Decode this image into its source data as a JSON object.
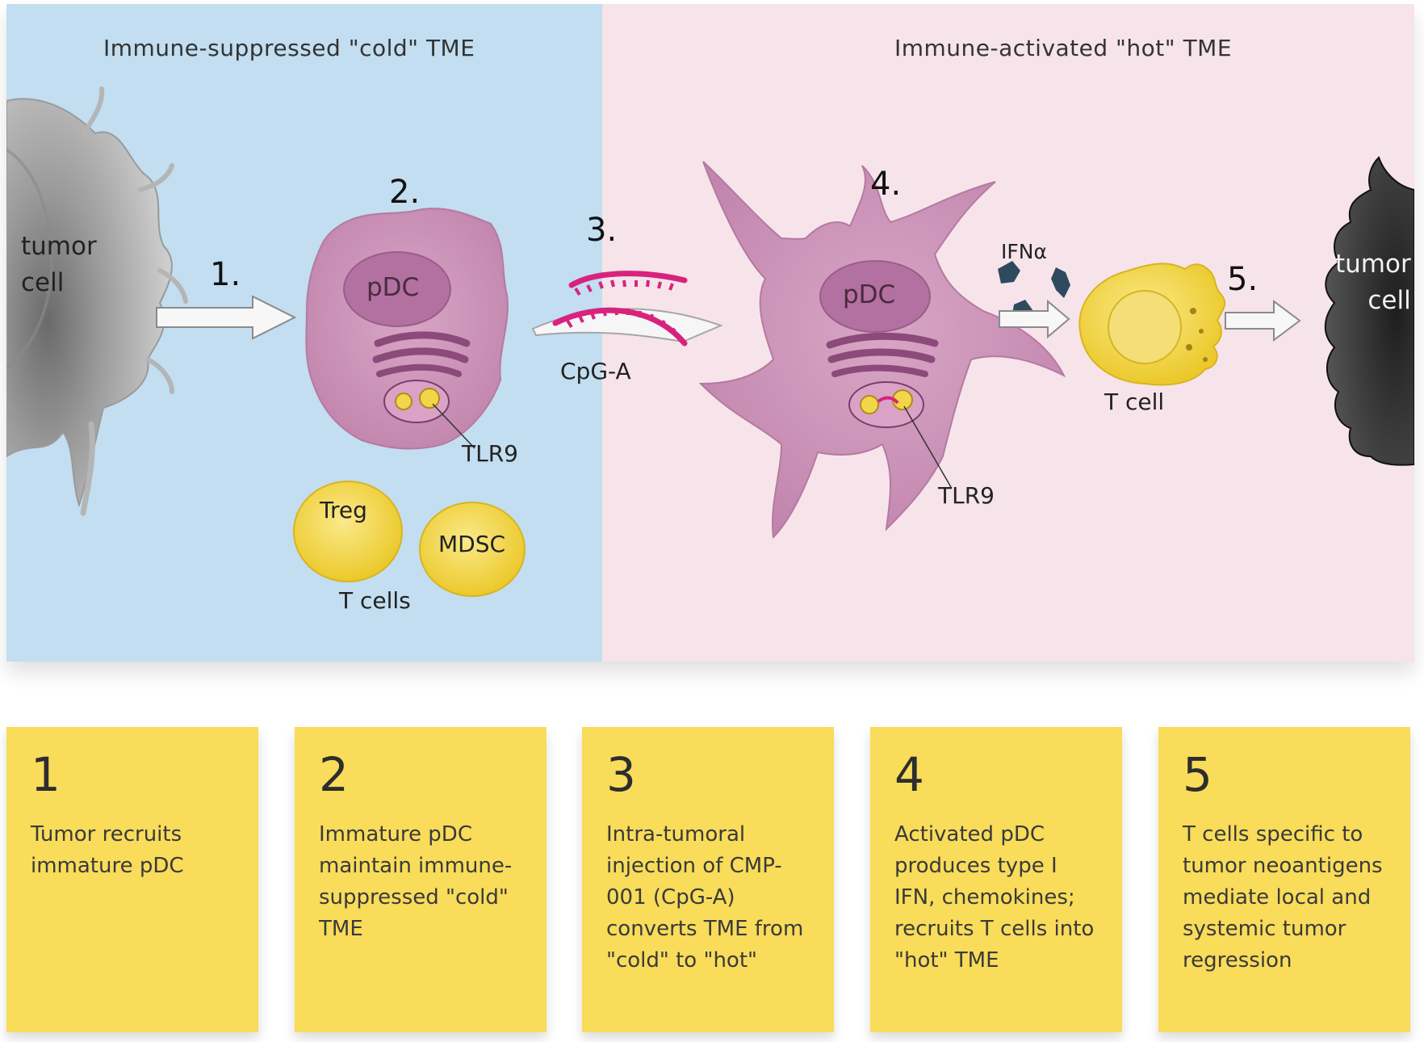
{
  "panels": {
    "cold_title": "Immune-suppressed \"cold\" TME",
    "hot_title": "Immune-activated \"hot\" TME"
  },
  "labels": {
    "tumor_cell_left": "tumor\ncell",
    "tumor_cell_right": "tumor\ncell",
    "step1": "1.",
    "step2": "2.",
    "step3": "3.",
    "step4": "4.",
    "step5": "5.",
    "pdc_left": "pDC",
    "pdc_right": "pDC",
    "tlr9_left": "TLR9",
    "tlr9_right": "TLR9",
    "treg": "Treg",
    "mdsc": "MDSC",
    "t_cells": "T cells",
    "cpg": "CpG-A",
    "ifn": "IFNα",
    "t_cell": "T cell"
  },
  "colors": {
    "cold_bg": "#c2def0",
    "hot_bg": "#f6e4ea",
    "pdc": "#cc90b6",
    "tcell": "#f0d23c",
    "cpg": "#d8237e",
    "ifn": "#2f4a5e",
    "card": "#f8dc5a"
  },
  "cards": [
    {
      "number": "1",
      "text": "Tumor recruits immature pDC"
    },
    {
      "number": "2",
      "text": "Immature pDC maintain immune-suppressed \"cold\" TME"
    },
    {
      "number": "3",
      "text": "Intra-tumoral injection of CMP-001 (CpG-A) converts TME from \"cold\" to \"hot\""
    },
    {
      "number": "4",
      "text": "Activated pDC produces type I IFN, chemokines; recruits T cells into \"hot\" TME"
    },
    {
      "number": "5",
      "text": "T cells specific to tumor neoantigens mediate local and systemic tumor regression"
    }
  ]
}
